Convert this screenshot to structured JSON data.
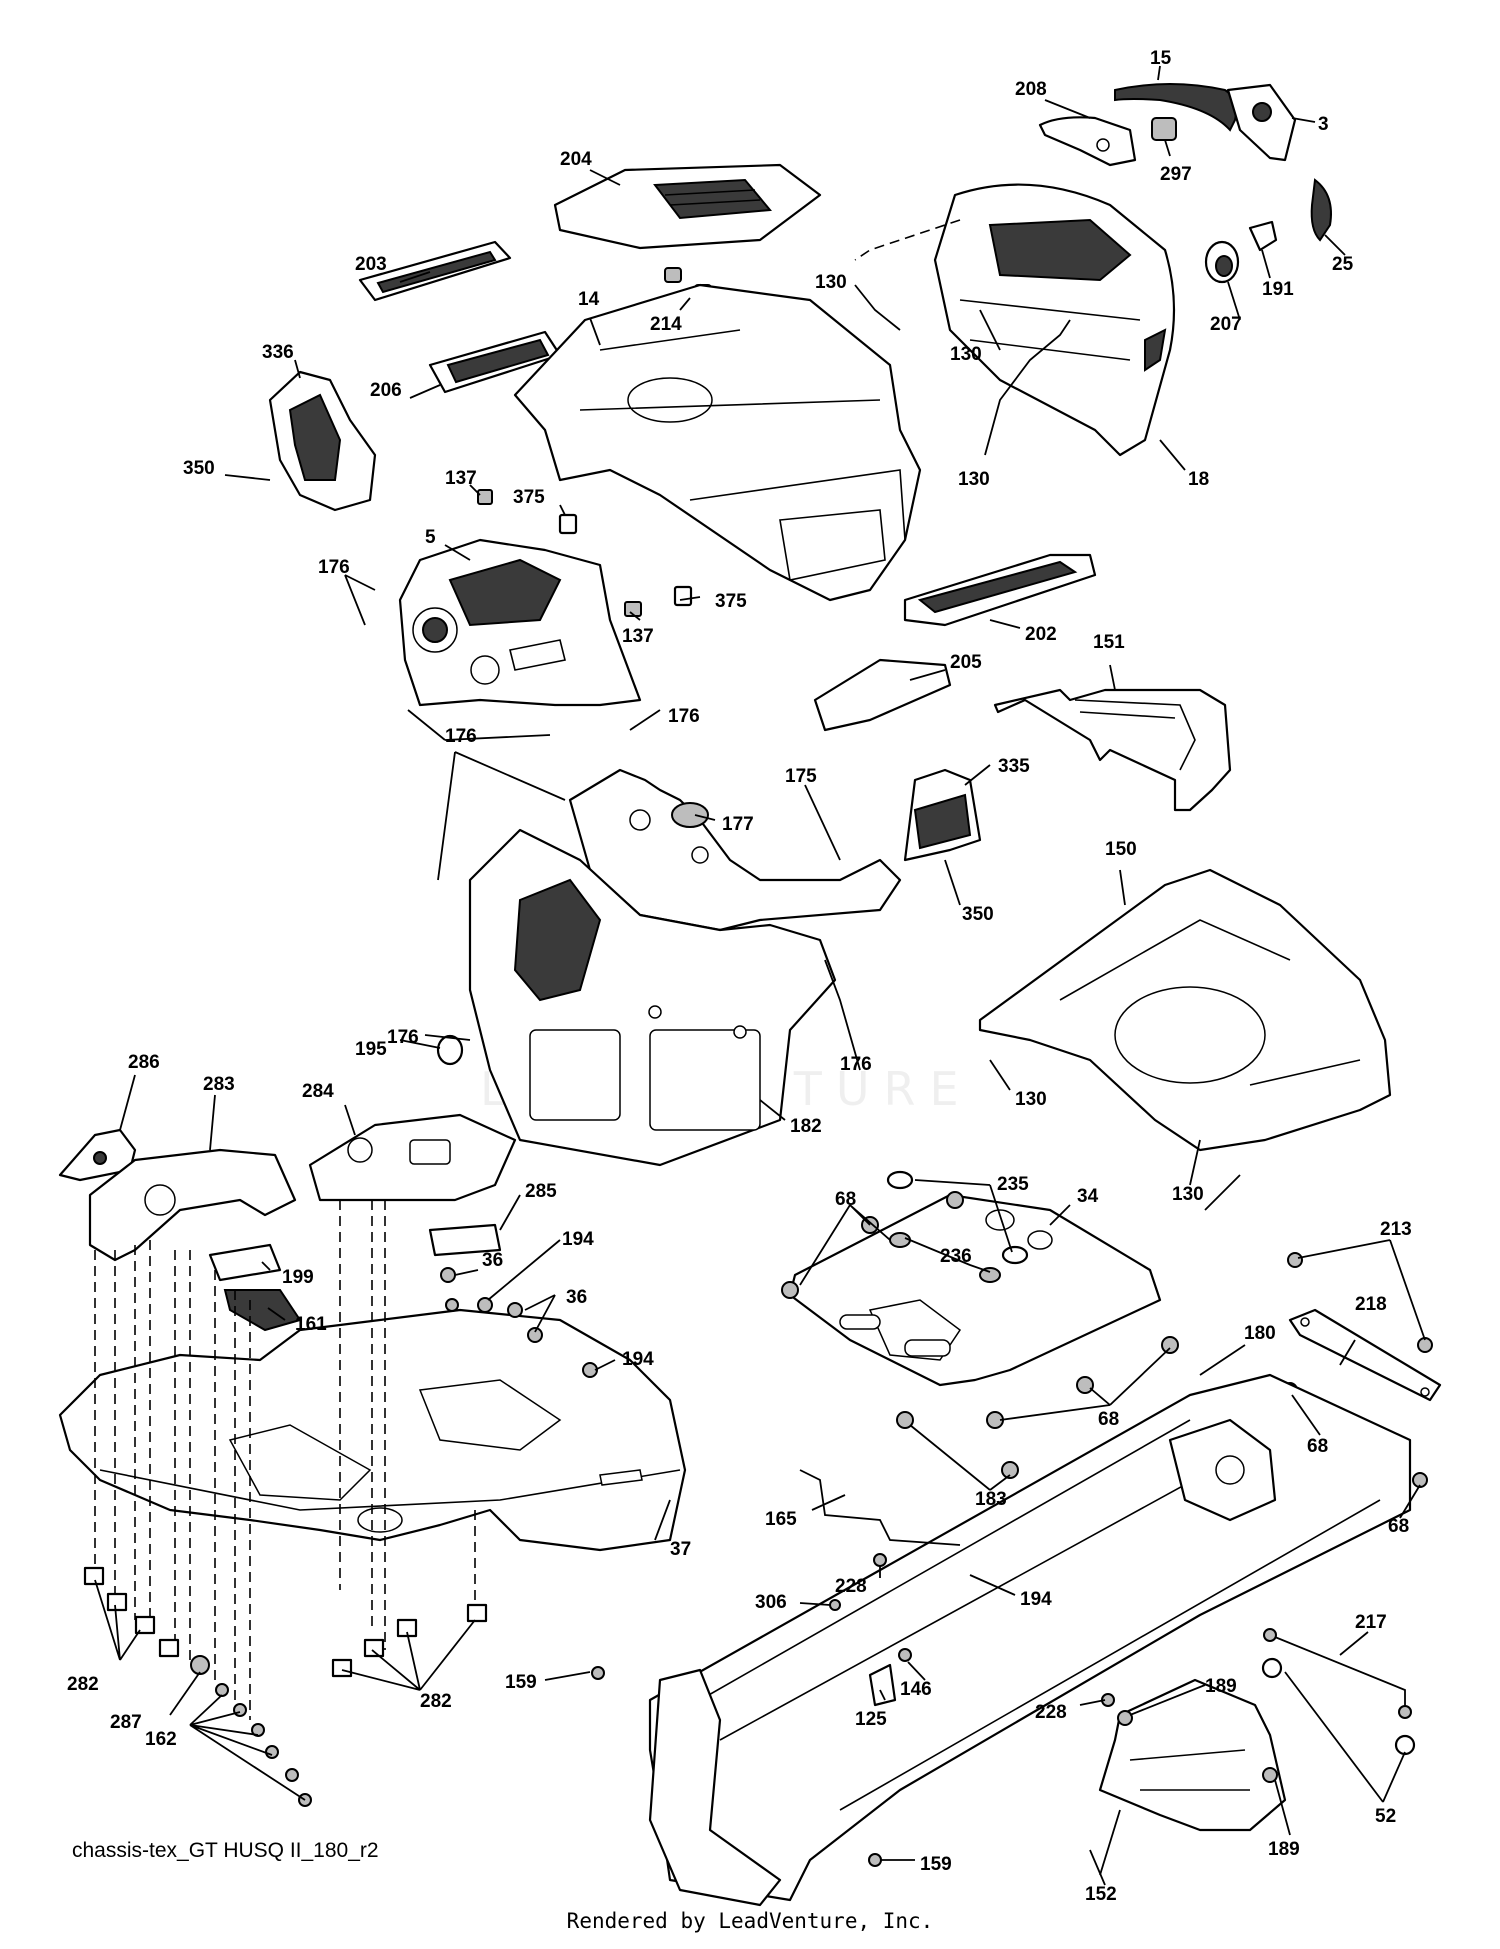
{
  "diagram_id": "chassis-tex_GT HUSQ II_180_r2",
  "credit": "Rendered by LeadVenture, Inc.",
  "watermark": "LEADVENTURE",
  "labels": {
    "l15": "15",
    "l3": "3",
    "l208": "208",
    "l297": "297",
    "l25": "25",
    "l191": "191",
    "l207": "207",
    "l204": "204",
    "l203": "203",
    "l214": "214",
    "l14": "14",
    "l130a": "130",
    "l130b": "130",
    "l130c": "130",
    "l18": "18",
    "l336": "336",
    "l206": "206",
    "l350a": "350",
    "l137a": "137",
    "l375a": "375",
    "l5": "5",
    "l176a": "176",
    "l137b": "137",
    "l375b": "375",
    "l202": "202",
    "l176b": "176",
    "l176c": "176",
    "l205": "205",
    "l151": "151",
    "l175": "175",
    "l177": "177",
    "l335": "335",
    "l350b": "350",
    "l150": "150",
    "l195": "195",
    "l176d": "176",
    "l176e": "176",
    "l130d": "130",
    "l182": "182",
    "l286": "286",
    "l283": "283",
    "l284": "284",
    "l285": "285",
    "l199": "199",
    "l36a": "36",
    "l194a": "194",
    "l36b": "36",
    "l161": "161",
    "l194b": "194",
    "l37": "37",
    "l235": "235",
    "l34": "34",
    "l68a": "68",
    "l236": "236",
    "l130e": "130",
    "l213": "213",
    "l218": "218",
    "l180": "180",
    "l68b": "68",
    "l68c": "68",
    "l68d": "68",
    "l183": "183",
    "l165": "165",
    "l228a": "228",
    "l306": "306",
    "l194c": "194",
    "l146": "146",
    "l159a": "159",
    "l125": "125",
    "l228b": "228",
    "l189a": "189",
    "l217": "217",
    "l282a": "282",
    "l287": "287",
    "l162": "162",
    "l282b": "282",
    "l52": "52",
    "l159b": "159",
    "l152": "152",
    "l189b": "189"
  }
}
